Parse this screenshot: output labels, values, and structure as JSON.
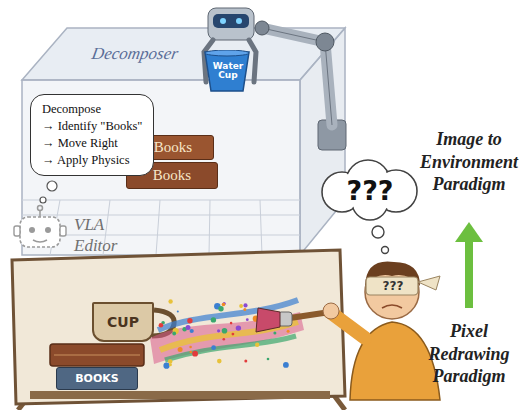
{
  "diagram": {
    "nodes": [
      {
        "text": [
          "Decomposer"
        ]
      },
      {
        "text": [
          "Water Cup"
        ],
        "in": 0
      },
      {
        "text": [
          "Books"
        ],
        "in": 0
      },
      {
        "text": [
          "Books"
        ],
        "in": 0
      },
      {
        "text": [
          "Decompose",
          "→ Identify \"Books\"",
          "→ Move Right",
          "→ Apply Physics"
        ]
      },
      {
        "text": [
          "???"
        ]
      },
      {
        "text": [
          "CUP"
        ]
      },
      {
        "text": [
          "BOOKS"
        ]
      }
    ],
    "labels": [
      "VLA Editor",
      "Image to Environment Paradigm",
      "Pixel Redrawing Paradigm",
      "???"
    ]
  }
}
